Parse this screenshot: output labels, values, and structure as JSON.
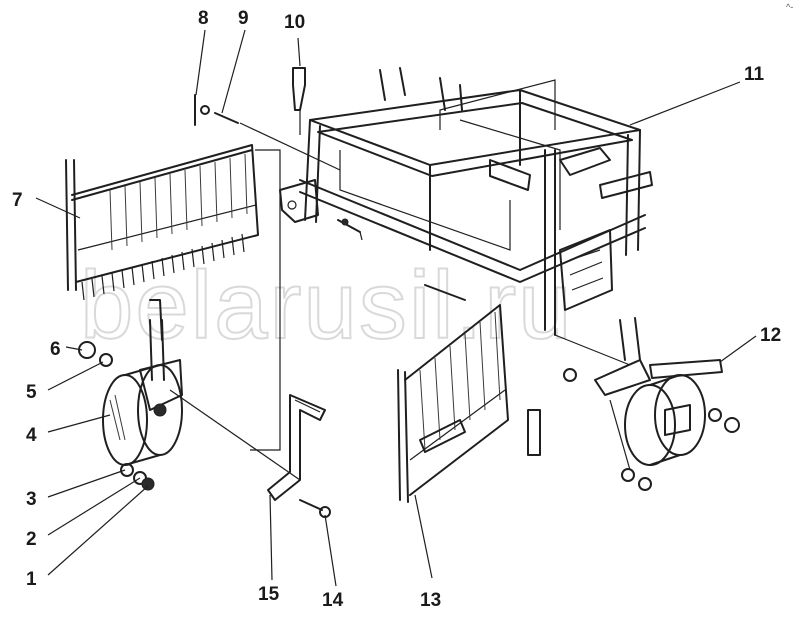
{
  "watermark": "belarusil.ru",
  "corner_mark": "^-",
  "callouts": [
    {
      "id": "1",
      "label": "1"
    },
    {
      "id": "2",
      "label": "2"
    },
    {
      "id": "3",
      "label": "3"
    },
    {
      "id": "4",
      "label": "4"
    },
    {
      "id": "5",
      "label": "5"
    },
    {
      "id": "6",
      "label": "6"
    },
    {
      "id": "7",
      "label": "7"
    },
    {
      "id": "8",
      "label": "8"
    },
    {
      "id": "9",
      "label": "9"
    },
    {
      "id": "10",
      "label": "10"
    },
    {
      "id": "11",
      "label": "11"
    },
    {
      "id": "12",
      "label": "12"
    },
    {
      "id": "13",
      "label": "13"
    },
    {
      "id": "14",
      "label": "14"
    },
    {
      "id": "15",
      "label": "15"
    }
  ]
}
